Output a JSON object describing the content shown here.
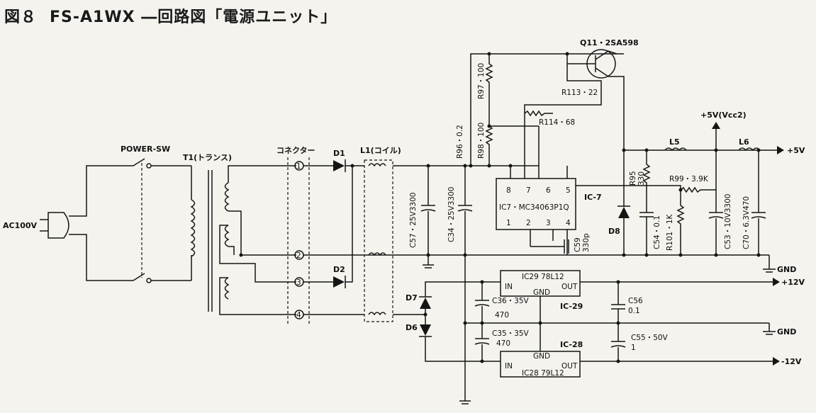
{
  "title": {
    "figure": "図８",
    "text": "FS-A1WX ―回路図「電源ユニット」"
  },
  "labels": {
    "ac_in": "AC100V",
    "power_sw": "POWER-SW",
    "t1": "T1(トランス)",
    "connector": "コネクター",
    "l1": "L1(コイル)",
    "d1": "D1",
    "d2": "D2",
    "d6": "D6",
    "d7": "D7",
    "d8": "D8",
    "pin1": "1",
    "pin2": "2",
    "pin3": "3",
    "pin4": "4",
    "c57": "C57・25V3300",
    "c34": "C34・25V3300",
    "r96": "R96・0.2",
    "r97": "R97・100",
    "r98": "R98・100",
    "q11": "Q11・2SA598",
    "r113": "R113・22",
    "r114": "R114・68",
    "ic7_name": "IC7・MC34063P1Q",
    "ic7_ref": "IC-7",
    "ic7_top_pins": [
      "8",
      "7",
      "6",
      "5"
    ],
    "ic7_bottom_pins": [
      "1",
      "2",
      "3",
      "4"
    ],
    "c59": "C59",
    "c59_val": "330p",
    "r95": "R95",
    "r95_val": "330",
    "c54": "C54・0.1",
    "r101": "R101・1K",
    "r99": "R99・3.9K",
    "c53": "C53・10V3300",
    "c70": "C70・6.3V470",
    "l5": "L5",
    "l6": "L6",
    "vcc2": "+5V(Vcc2)",
    "out_5v": "+5V",
    "gnd": "GND",
    "ic29_name": "IC29 78L12",
    "ic29_ref": "IC-29",
    "ic28_name": "IC28 79L12",
    "ic28_ref": "IC-28",
    "reg_in": "IN",
    "reg_out": "OUT",
    "reg_gnd": "GND",
    "c36": "C36・35V",
    "c36_val": "470",
    "c35": "C35・35V",
    "c35_val": "470",
    "c56": "C56",
    "c56_val": "0.1",
    "c55": "C55・50V",
    "c55_val": "1",
    "out_p12": "+12V",
    "out_m12": "-12V",
    "gnd2": "GND"
  }
}
